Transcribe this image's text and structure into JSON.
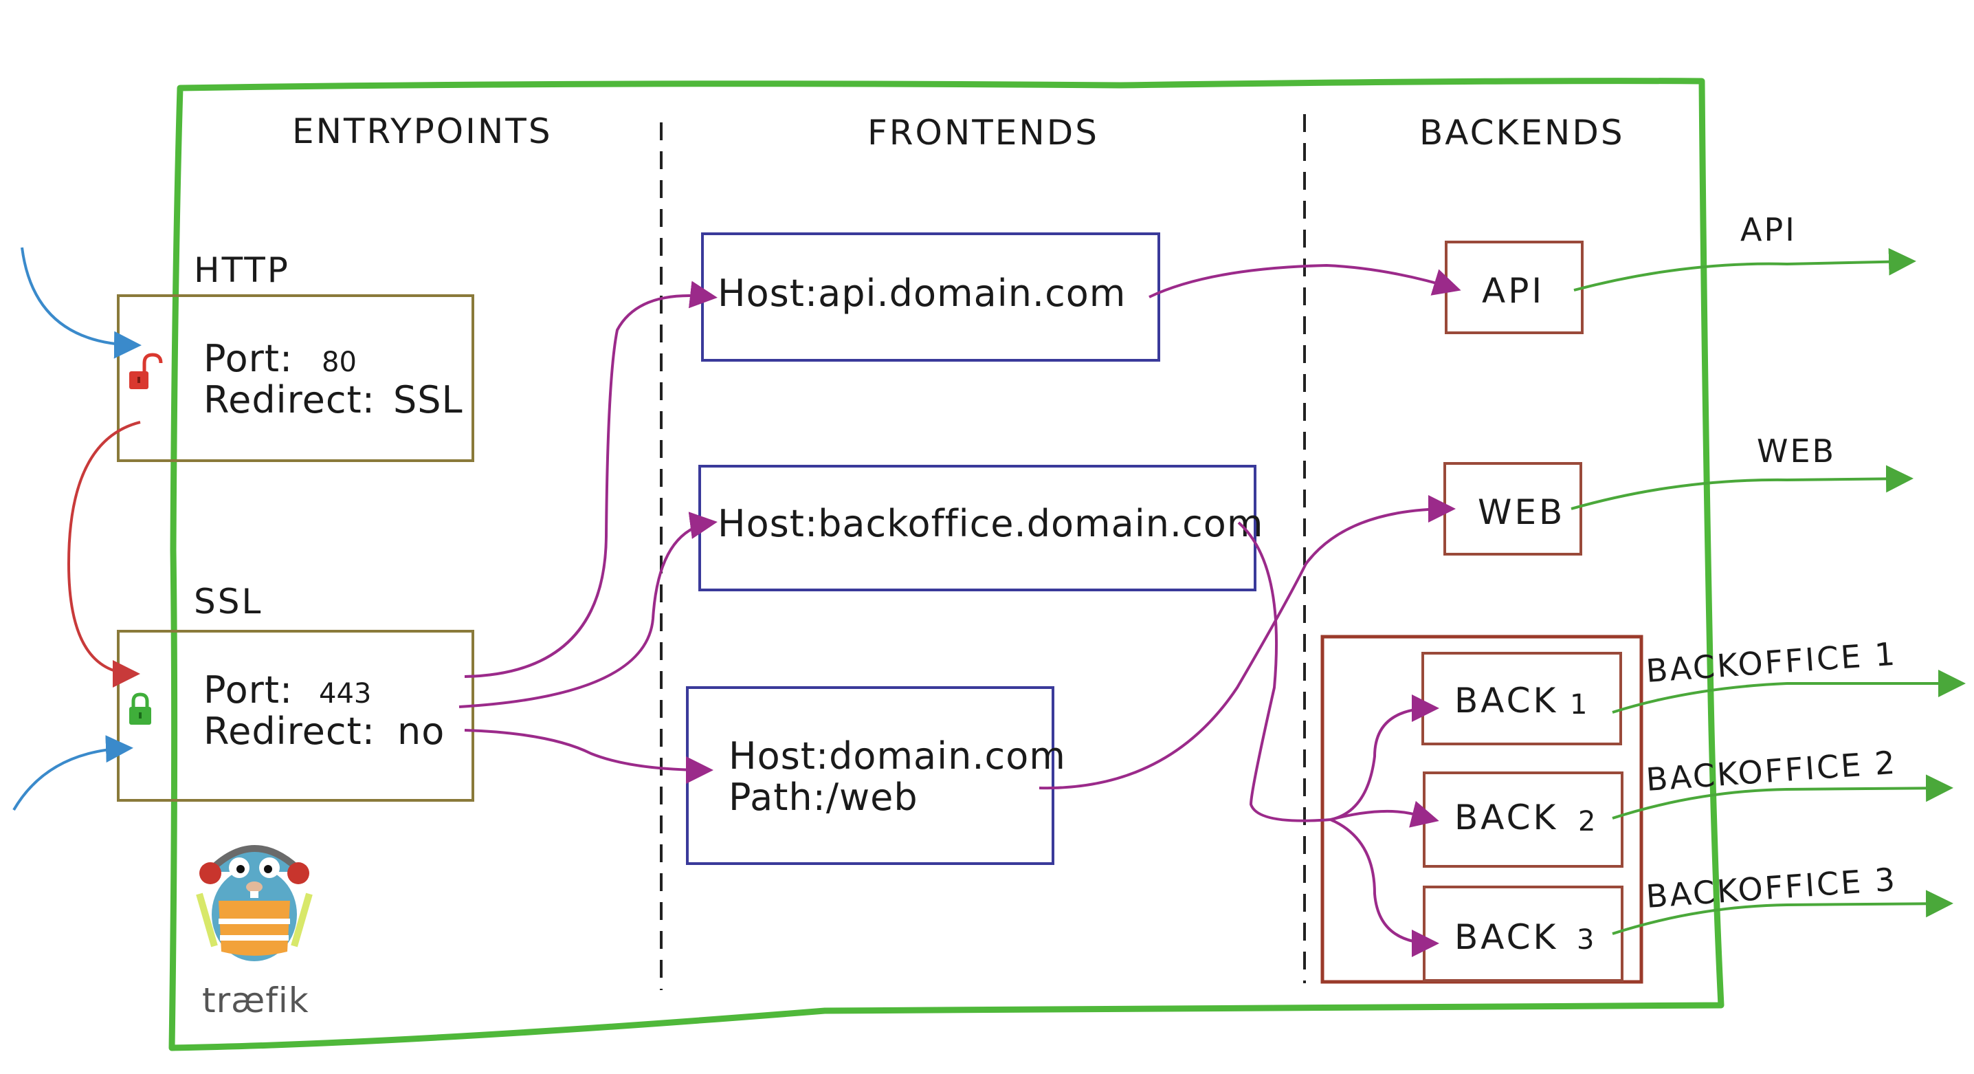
{
  "headers": {
    "entrypoints": "ENTRYPOINTS",
    "frontends": "FRONTENDS",
    "backends": "BACKENDS"
  },
  "entrypoints": {
    "http": {
      "name": "HTTP",
      "port_label": "Port:",
      "port_value": "80",
      "redirect_label": "Redirect:",
      "redirect_value": "SSL",
      "lock_icon": "unlocked-padlock-icon",
      "lock_color": "#d9382f"
    },
    "ssl": {
      "name": "SSL",
      "port_label": "Port:",
      "port_value": "443",
      "redirect_label": "Redirect:",
      "redirect_value": "no",
      "lock_icon": "locked-padlock-icon",
      "lock_color": "#3fae3a"
    }
  },
  "frontends": {
    "api": "Host:api.domain.com",
    "backoffice": "Host:backoffice.domain.com",
    "web_host": "Host:domain.com",
    "web_path": "Path:/web"
  },
  "backends": {
    "api": "API",
    "web": "WEB",
    "back1_label": "BACK",
    "back1_num": "1",
    "back2_label": "BACK",
    "back2_num": "2",
    "back3_label": "BACK",
    "back3_num": "3"
  },
  "outputs": {
    "api": "API",
    "web": "WEB",
    "backoffice1": "BACKOFFICE 1",
    "backoffice2": "BACKOFFICE 2",
    "backoffice3": "BACKOFFICE 3"
  },
  "logo": {
    "text": "træfik",
    "mascot_icon": "gopher-mascot-icon"
  },
  "colors": {
    "frame": "#4fb83a",
    "routing_arrows": "#9b2a8a",
    "output_arrows": "#4aa83a",
    "incoming_arrows": "#3a8acb",
    "redirect_arrow": "#c83a3a"
  }
}
